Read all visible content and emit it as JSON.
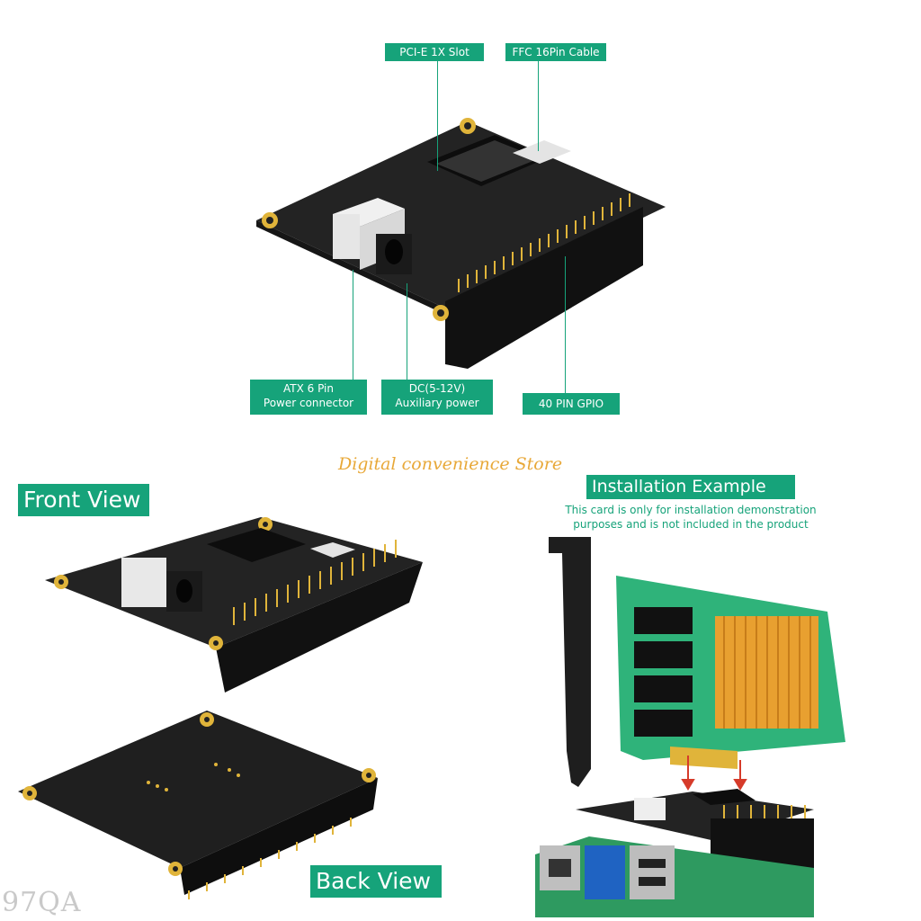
{
  "callouts": {
    "pcie_slot": "PCI-E  1X  Slot",
    "ffc_cable": "FFC 16Pin Cable",
    "atx_line1": "ATX 6 Pin",
    "atx_line2": "Power connector",
    "dc_line1": "DC(5-12V)",
    "dc_line2": "Auxiliary power",
    "gpio": "40 PIN GPIO"
  },
  "store_name": "Digital convenience Store",
  "views": {
    "front": "Front View",
    "back": "Back View"
  },
  "installation": {
    "title": "Installation Example",
    "note_line1": "This card is only for installation demonstration",
    "note_line2": "purposes and is not included in the product"
  },
  "watermark": "97QA",
  "colors": {
    "accent": "#16a37a",
    "store_text": "#e8a838",
    "pcb": "#2a2a2a",
    "gold": "#e0b43a"
  }
}
